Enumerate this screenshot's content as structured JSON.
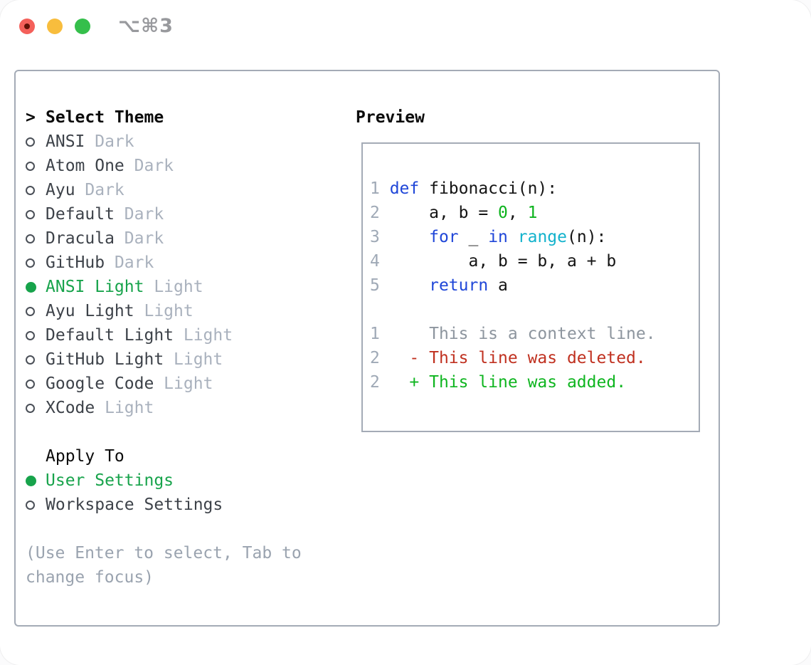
{
  "window": {
    "title": "⌥⌘3",
    "traffic_lights": [
      "close",
      "minimize",
      "zoom"
    ]
  },
  "colors": {
    "selected_green": "#17a34b",
    "added_green": "#0fb520",
    "deleted_red": "#c03120",
    "keyword_blue": "#1f46d8",
    "builtin_cyan": "#12b2cc",
    "number_green": "#0cb31d",
    "muted_gray": "#9aa3af",
    "tag_gray": "#a9b1bd",
    "border_gray": "#a4abb6",
    "traffic_red": "#f4605a",
    "traffic_yellow": "#f8bd3d",
    "traffic_green": "#35bf4b"
  },
  "theme_picker": {
    "header": {
      "cursor": ">",
      "label": "Select Theme"
    },
    "themes": [
      {
        "name": "ANSI",
        "tag": "Dark",
        "selected": false
      },
      {
        "name": "Atom One",
        "tag": "Dark",
        "selected": false
      },
      {
        "name": "Ayu",
        "tag": "Dark",
        "selected": false
      },
      {
        "name": "Default",
        "tag": "Dark",
        "selected": false
      },
      {
        "name": "Dracula",
        "tag": "Dark",
        "selected": false
      },
      {
        "name": "GitHub",
        "tag": "Dark",
        "selected": false
      },
      {
        "name": "ANSI Light",
        "tag": "Light",
        "selected": true
      },
      {
        "name": "Ayu Light",
        "tag": "Light",
        "selected": false
      },
      {
        "name": "Default Light",
        "tag": "Light",
        "selected": false
      },
      {
        "name": "GitHub Light",
        "tag": "Light",
        "selected": false
      },
      {
        "name": "Google Code",
        "tag": "Light",
        "selected": false
      },
      {
        "name": "XCode",
        "tag": "Light",
        "selected": false
      }
    ],
    "apply_to": {
      "header": "Apply To",
      "options": [
        {
          "label": "User Settings",
          "selected": true
        },
        {
          "label": "Workspace Settings",
          "selected": false
        }
      ]
    },
    "hint_lines": [
      "(Use Enter to select, Tab to",
      "change focus)"
    ]
  },
  "preview": {
    "header": "Preview",
    "code_lines": [
      {
        "num": "1",
        "tokens": [
          {
            "t": "def",
            "c": "keyword"
          },
          {
            "t": " fibonacci(n):",
            "c": "plain"
          }
        ]
      },
      {
        "num": "2",
        "tokens": [
          {
            "t": "    a, b = ",
            "c": "plain"
          },
          {
            "t": "0",
            "c": "number"
          },
          {
            "t": ", ",
            "c": "plain"
          },
          {
            "t": "1",
            "c": "number"
          }
        ]
      },
      {
        "num": "3",
        "tokens": [
          {
            "t": "    ",
            "c": "plain"
          },
          {
            "t": "for",
            "c": "keyword"
          },
          {
            "t": " _ ",
            "c": "plain"
          },
          {
            "t": "in",
            "c": "keyword"
          },
          {
            "t": " ",
            "c": "plain"
          },
          {
            "t": "range",
            "c": "builtin"
          },
          {
            "t": "(n):",
            "c": "plain"
          }
        ]
      },
      {
        "num": "4",
        "tokens": [
          {
            "t": "        a, b = b, a + b",
            "c": "plain"
          }
        ]
      },
      {
        "num": "5",
        "tokens": [
          {
            "t": "    ",
            "c": "plain"
          },
          {
            "t": "return",
            "c": "keyword"
          },
          {
            "t": " a",
            "c": "plain"
          }
        ]
      },
      {
        "num": "",
        "tokens": []
      },
      {
        "num": "1",
        "tokens": [
          {
            "t": "    This is a context line.",
            "c": "context"
          }
        ]
      },
      {
        "num": "2",
        "tokens": [
          {
            "t": "  - This line was deleted.",
            "c": "deleted"
          }
        ]
      },
      {
        "num": "2",
        "tokens": [
          {
            "t": "  + This line was added.",
            "c": "added"
          }
        ]
      }
    ]
  }
}
